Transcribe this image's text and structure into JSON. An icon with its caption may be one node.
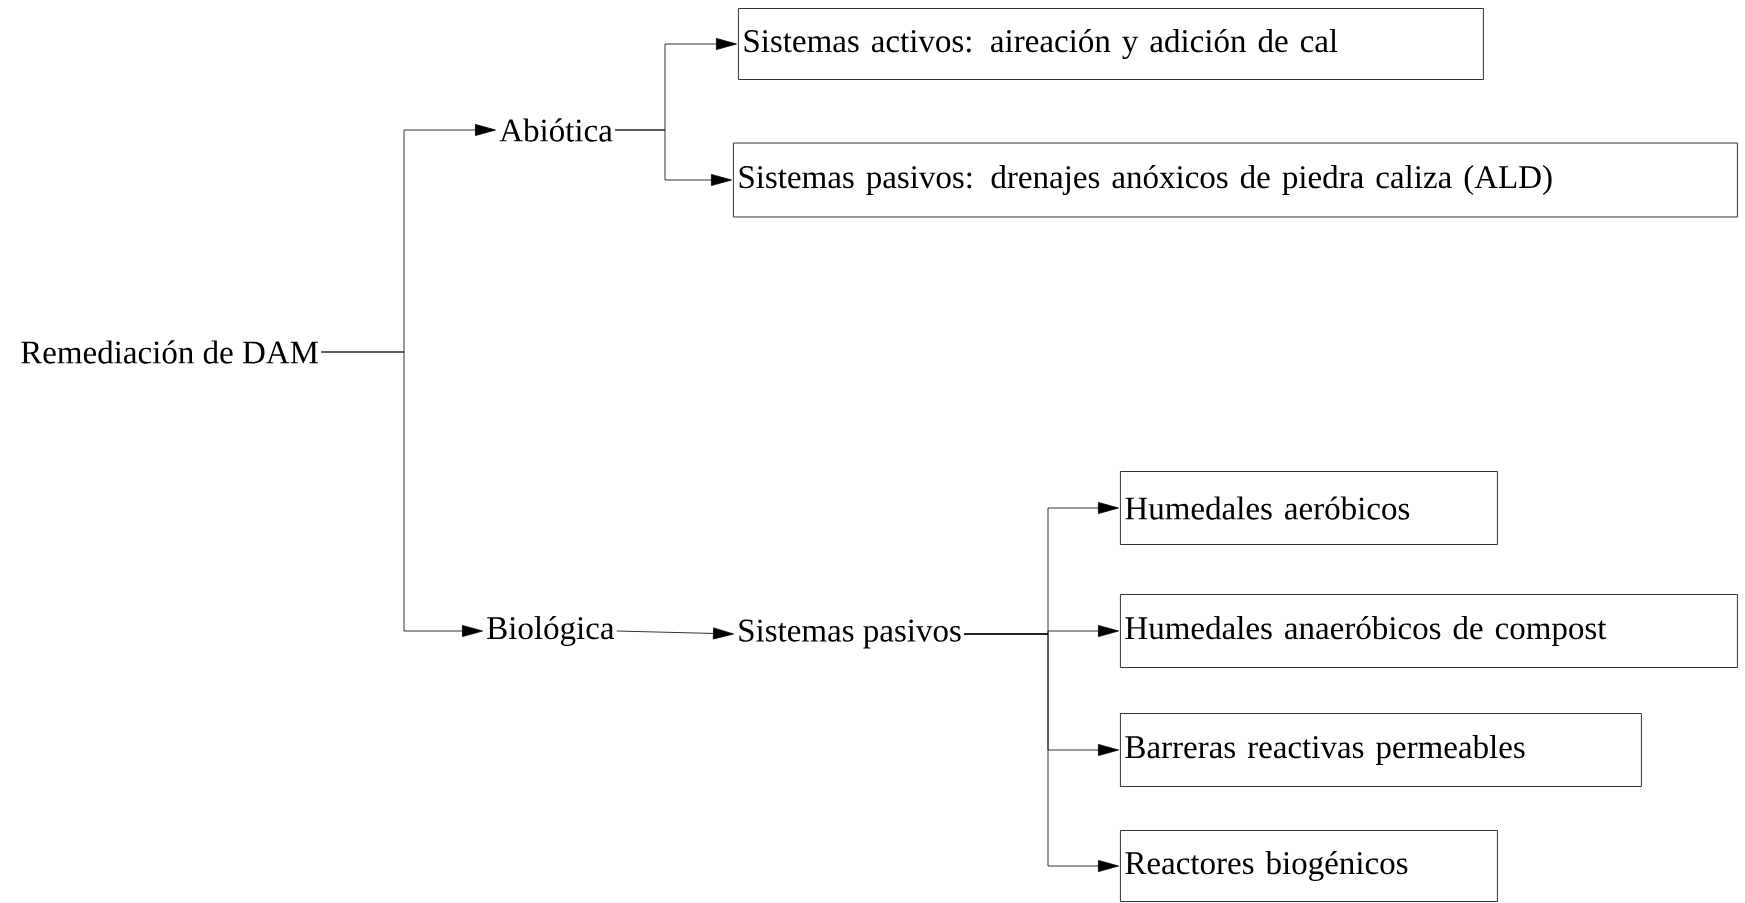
{
  "diagram": {
    "nodes": [
      {
        "text": [
          "Remediación de DAM"
        ]
      },
      {
        "text": [
          "Abiótica"
        ]
      },
      {
        "text": [
          "Sistemas activos: aireación y adición de cal"
        ]
      },
      {
        "text": [
          "Sistemas pasivos: drenajes anóxicos de piedra caliza (ALD)"
        ]
      },
      {
        "text": [
          "Biológica"
        ]
      },
      {
        "text": [
          "Sistemas pasivos"
        ]
      },
      {
        "text": [
          "Humedales aeróbicos"
        ]
      },
      {
        "text": [
          "Humedales anaeróbicos de compost"
        ]
      },
      {
        "text": [
          "Barreras reactivas permeables"
        ]
      },
      {
        "text": [
          "Reactores biogénicos"
        ]
      }
    ],
    "edges": [
      {
        "from": 0,
        "to": 1,
        "arrow": "to"
      },
      {
        "from": 0,
        "to": 4,
        "arrow": "to"
      },
      {
        "from": 1,
        "to": 2,
        "arrow": "to"
      },
      {
        "from": 1,
        "to": 3,
        "arrow": "to"
      },
      {
        "from": 4,
        "to": 5,
        "arrow": "to"
      },
      {
        "from": 5,
        "to": 6,
        "arrow": "to"
      },
      {
        "from": 5,
        "to": 7,
        "arrow": "to"
      },
      {
        "from": 5,
        "to": 8,
        "arrow": "to"
      },
      {
        "from": 5,
        "to": 9,
        "arrow": "to"
      }
    ]
  }
}
